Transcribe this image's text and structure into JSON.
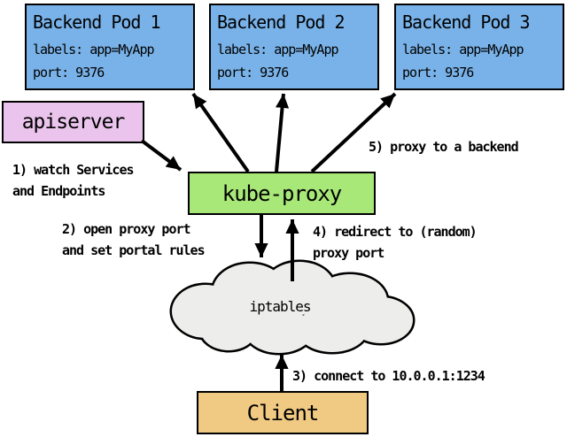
{
  "colors": {
    "pod_fill": "#79B2E8",
    "apiserver_fill": "#EAC4EC",
    "kube_proxy_fill": "#A8E878",
    "cloud_fill": "#EDEDEB",
    "client_fill": "#F0C982",
    "outline": "#000000",
    "background": "#FFFFFF"
  },
  "pods": [
    {
      "title": "Backend Pod 1",
      "labels": "labels: app=MyApp",
      "port": "port: 9376"
    },
    {
      "title": "Backend Pod 2",
      "labels": "labels: app=MyApp",
      "port": "port: 9376"
    },
    {
      "title": "Backend Pod 3",
      "labels": "labels: app=MyApp",
      "port": "port: 9376"
    }
  ],
  "apiserver": {
    "label": "apiserver"
  },
  "kube_proxy": {
    "label": "kube-proxy"
  },
  "iptables": {
    "label": "iptables"
  },
  "client": {
    "label": "Client"
  },
  "annotations": {
    "step1": "1) watch Services\nand Endpoints",
    "step2": "2) open proxy port\nand set portal rules",
    "step3": "3) connect to 10.0.0.1:1234",
    "step4": "4) redirect to (random)\nproxy port",
    "step5": "5) proxy to a backend"
  },
  "edges": [
    {
      "from": "apiserver",
      "to": "kube-proxy",
      "step": "1"
    },
    {
      "from": "kube-proxy",
      "to": "iptables",
      "step": "2"
    },
    {
      "from": "Client",
      "to": "iptables",
      "step": "3"
    },
    {
      "from": "iptables",
      "to": "kube-proxy",
      "step": "4"
    },
    {
      "from": "kube-proxy",
      "to": "Backend Pod 1",
      "step": "5"
    },
    {
      "from": "kube-proxy",
      "to": "Backend Pod 2",
      "step": "5"
    },
    {
      "from": "kube-proxy",
      "to": "Backend Pod 3",
      "step": "5"
    }
  ]
}
